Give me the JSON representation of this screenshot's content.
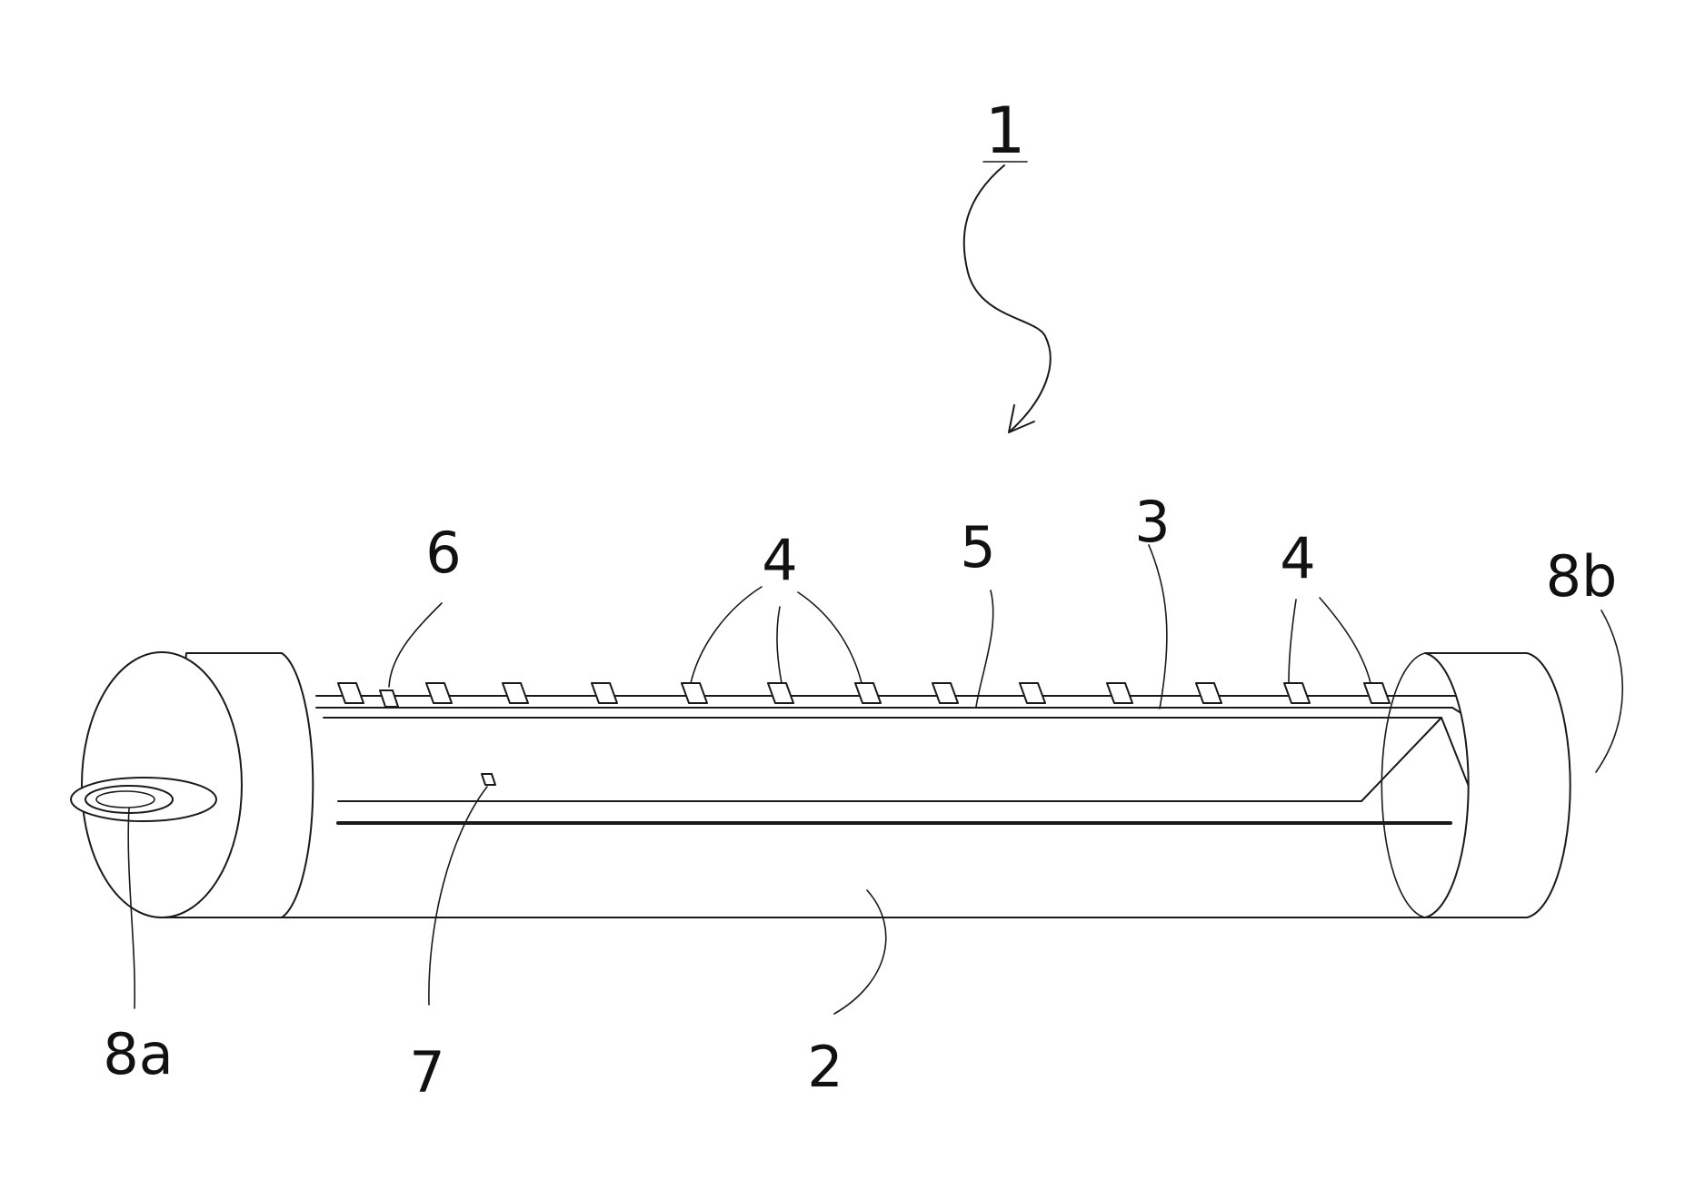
{
  "labels": {
    "assembly": "1",
    "tube": "2",
    "substrate": "3",
    "led_group_a": "4",
    "led_group_b": "4",
    "pattern": "5",
    "element_6": "6",
    "element_7": "7",
    "cap_left": "8a",
    "cap_right": "8b"
  }
}
